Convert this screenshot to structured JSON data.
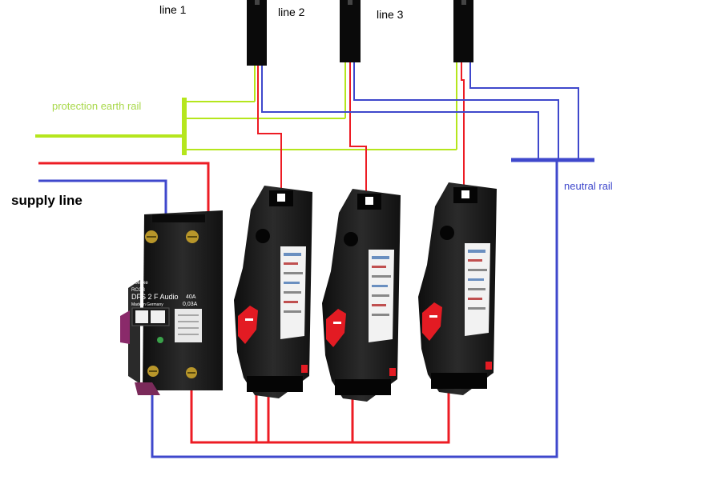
{
  "labels": {
    "line1": "line 1",
    "line2": "line 2",
    "line3": "line 3",
    "protection_earth_rail": "protection earth rail",
    "neutral_rail": "neutral rail",
    "supply_line": "supply line"
  },
  "rccb": {
    "brand": "Doepke",
    "type": "RCCB",
    "model": "DFS 2 F Audio",
    "origin": "Made in Germany",
    "rating": "40A",
    "sensitivity": "0,03A"
  },
  "colors": {
    "earth": "#b5e61d",
    "phase": "#ed1c24",
    "neutral": "#3f48cc",
    "earth_label": "#a8d84a",
    "neutral_label": "#3f48cc",
    "breaker_body": "#1c1c1c",
    "lever": "#e31b23"
  },
  "icons": {
    "earth_rail": "earth-busbar",
    "neutral_rail": "neutral-busbar",
    "breaker": "circuit-breaker-icon",
    "rccb": "rccb-icon"
  }
}
